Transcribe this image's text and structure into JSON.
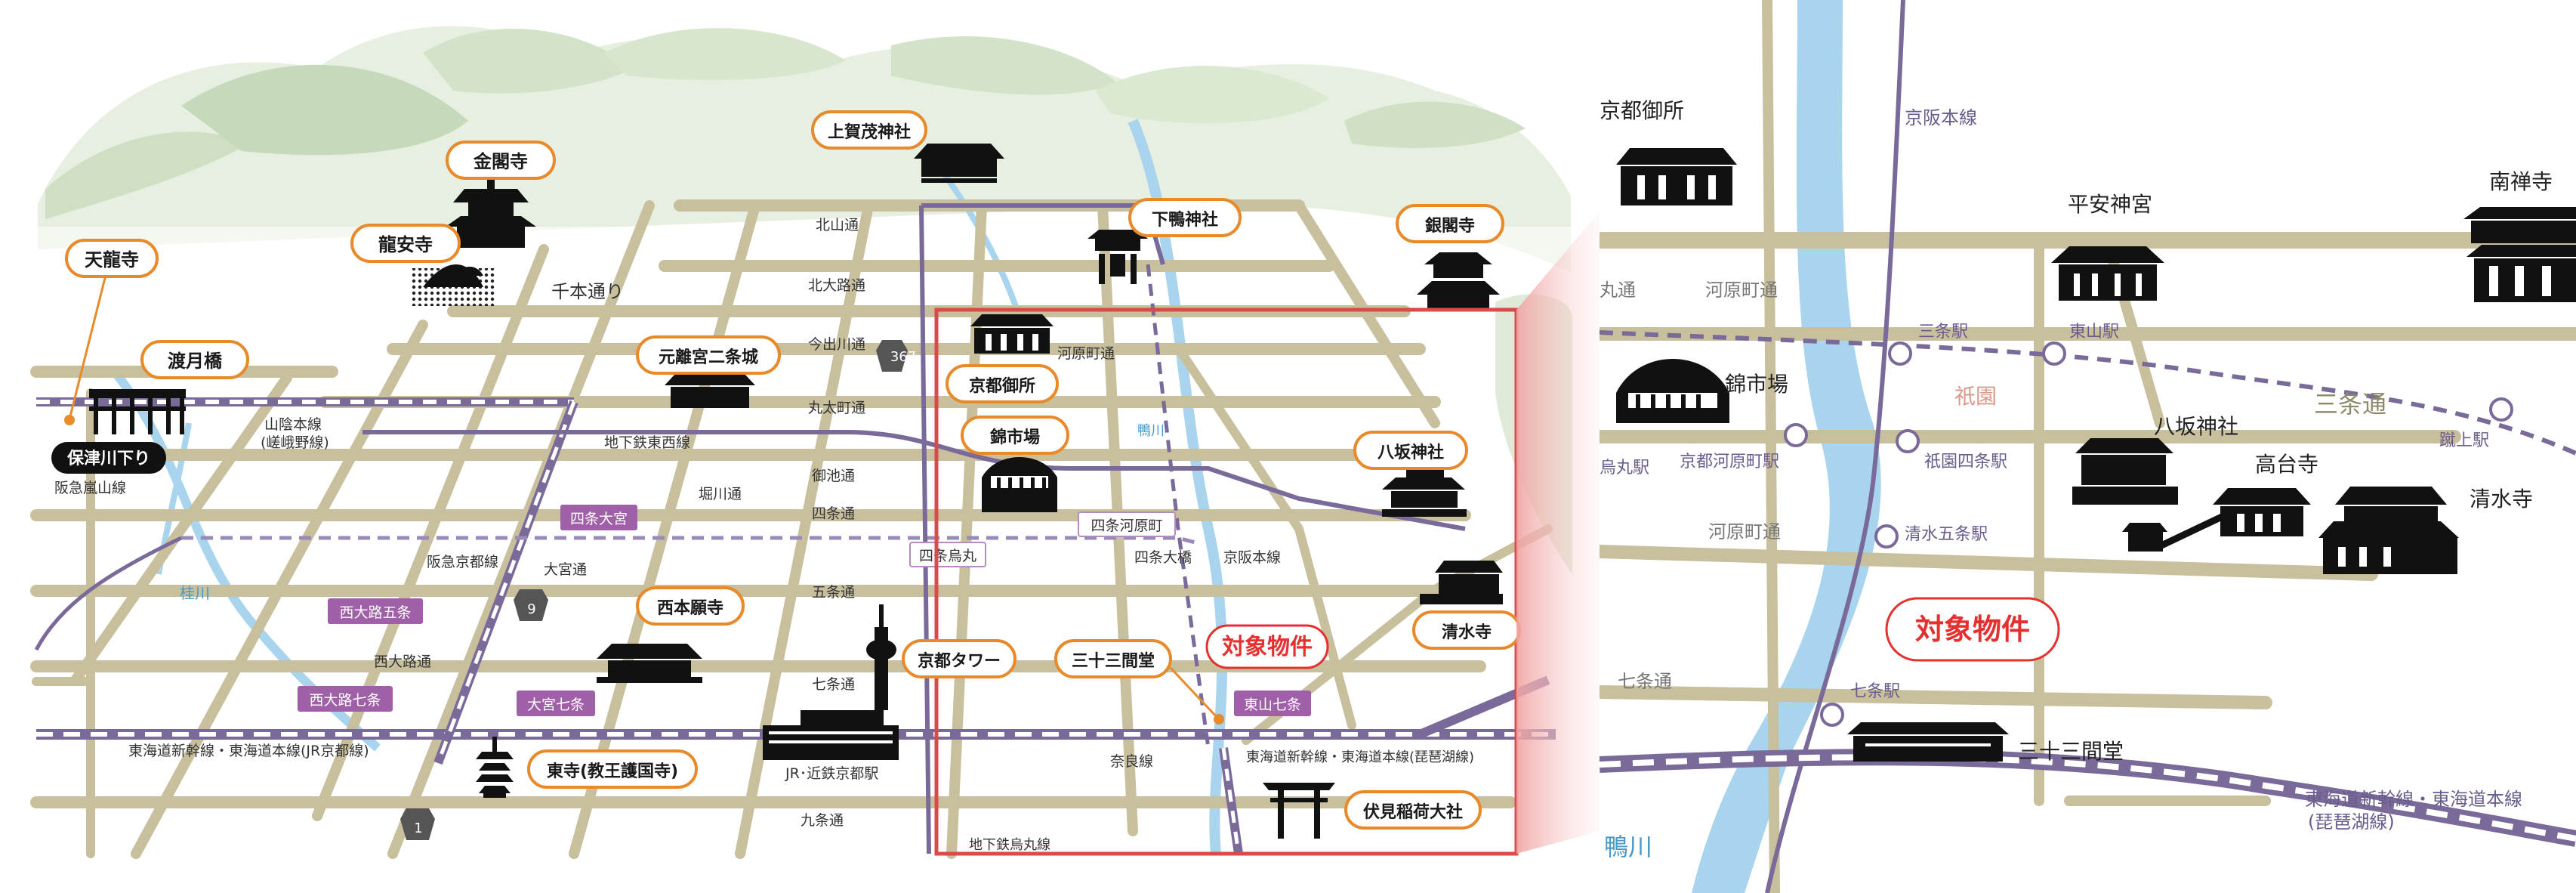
{
  "colors": {
    "road": "#c8bf9d",
    "river": "#a8d4ee",
    "rail": "#7a6a9a",
    "target": "#e53030",
    "accent": "#e88a2a",
    "station": "#a060a8",
    "hills": "#c9dcbf"
  },
  "left_map": {
    "landmarks": {
      "kinkakuji": "金閣寺",
      "kamigamo": "上賀茂神社",
      "shimogamo": "下鴨神社",
      "ginkakuji": "銀閣寺",
      "tenryuji": "天龍寺",
      "ryoanji": "龍安寺",
      "togetsukyo": "渡月橋",
      "nijojo": "元離宮二条城",
      "gosho": "京都御所",
      "nishiki": "錦市場",
      "yasaka": "八坂神社",
      "nishihonganji": "西本願寺",
      "tower": "京都タワー",
      "sanjusangendo": "三十三間堂",
      "kiyomizu": "清水寺",
      "toji": "東寺(教王護国寺)",
      "fushimi": "伏見稲荷大社",
      "hozugawa": "保津川下り"
    },
    "target": "対象物件",
    "streets": {
      "kitayama": "北山通",
      "kitaoji": "北大路通",
      "imadegawa": "今出川通",
      "marutamachi": "丸太町通",
      "oike": "御池通",
      "shijo": "四条通",
      "gojo": "五条通",
      "shichijo": "七条通",
      "kujo": "九条通",
      "senbon": "千本通り",
      "horikawa": "堀川通",
      "omiya": "大宮通",
      "nishioji": "西大路通",
      "kawaramachi": "河原町通"
    },
    "rails": {
      "sanin": "山陰本線",
      "sagano": "(嵯峨野線)",
      "hankyu_arashiyama": "阪急嵐山線",
      "hankyu_kyoto": "阪急京都線",
      "tozai": "地下鉄東西線",
      "tokaido": "東海道新幹線・東海道本線(JR京都線)",
      "keihan": "京阪本線",
      "nara": "奈良線",
      "biwako": "東海道新幹線・東海道本線(琵琶湖線)",
      "karasuma": "地下鉄烏丸線",
      "kintetsu": "JR･近鉄京都駅"
    },
    "others": {
      "katsura": "桂川",
      "kamo": "鴨川",
      "shijo_kawaramachi": "四条河原町",
      "shijo_karasuma": "四条烏丸",
      "shijo_ohashi": "四条大橋"
    },
    "stations": {
      "shijo_omiya": "四条大宮",
      "nishioji_gojo": "西大路五条",
      "nishioji_shichijo": "西大路七条",
      "omiya_shichijo": "大宮七条",
      "higashiyama_shichijo": "東山七条"
    },
    "route_numbers": {
      "r367": "367",
      "r9": "9",
      "r1": "1"
    }
  },
  "right_map": {
    "landmarks": {
      "gosho": "京都御所",
      "heian": "平安神宮",
      "nanzenji": "南禅寺",
      "nishiki": "錦市場",
      "yasaka": "八坂神社",
      "kodaiji": "高台寺",
      "kiyomizu": "清水寺",
      "sanjusangendo": "三十三間堂",
      "gion": "祇園"
    },
    "target": "対象物件",
    "streets": {
      "kawaramachi_top": "河原町通",
      "kawaramachi_bottom": "河原町通",
      "sanjo": "三条通",
      "shichijo": "七条通",
      "maru_cut": "丸通",
      "kamo": "鴨川"
    },
    "stations": {
      "sanjo": "三条駅",
      "higashiyama": "東山駅",
      "keage": "蹴上駅",
      "kyoto_kawaramachi": "京都河原町駅",
      "gion_shijo": "祇園四条駅",
      "kiyomizu_gojo": "清水五条駅",
      "shichijo": "七条駅",
      "karasuma": "烏丸駅"
    },
    "rails": {
      "keihan": "京阪本線",
      "tokaido": "東海道新幹線・東海道本線",
      "biwako": "(琵琶湖線)"
    }
  }
}
